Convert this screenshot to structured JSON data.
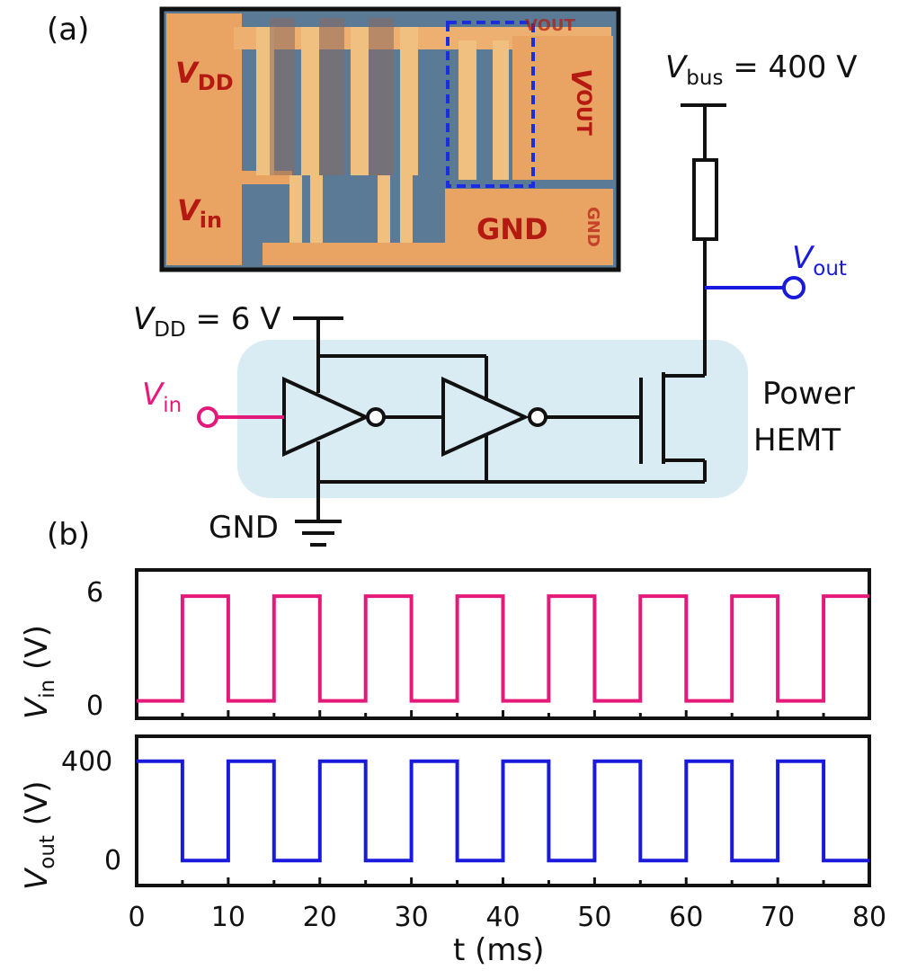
{
  "panel_a": {
    "tag": "(a)",
    "photo": {
      "vdd": {
        "main": "V",
        "sub": "DD"
      },
      "vin": {
        "main": "V",
        "sub": "in"
      },
      "vout": {
        "main": "V",
        "sub": "OUT"
      },
      "gnd": "GND",
      "vout_small": "VOUT",
      "gnd_small": "GND"
    },
    "circuit": {
      "vbus": {
        "main": "V",
        "sub": "bus",
        "rest": " = 400 V"
      },
      "vdd": {
        "main": "V",
        "sub": "DD",
        "rest": " = 6 V"
      },
      "vin": {
        "main": "V",
        "sub": "in"
      },
      "vout": {
        "main": "V",
        "sub": "out"
      },
      "gnd": "GND",
      "hemt_line1": "Power",
      "hemt_line2": "HEMT"
    },
    "colors": {
      "vin_wire": "#e4197a",
      "vout_wire": "#1a1adc",
      "highlight_box": "#d9ebf3",
      "photo_bg": "#e9a463"
    }
  },
  "panel_b": {
    "tag": "(b)",
    "xlabel": "t (ms)",
    "xticks": [
      "0",
      "10",
      "20",
      "30",
      "40",
      "50",
      "60",
      "70",
      "80"
    ],
    "top_ylabel": {
      "main": "V",
      "sub": "in",
      "rest": " (V)"
    },
    "top_yticks": [
      "6",
      "0"
    ],
    "bottom_ylabel": {
      "main": "V",
      "sub": "out",
      "rest": " (V)"
    },
    "bottom_yticks": [
      "400",
      "0"
    ]
  },
  "chart_data": [
    {
      "type": "line",
      "xlim": [
        0,
        80
      ],
      "ylim": [
        -1,
        7.5
      ],
      "color": "#e4197a",
      "x": [
        0,
        5,
        5,
        10,
        10,
        15,
        15,
        20,
        20,
        25,
        25,
        30,
        30,
        35,
        35,
        40,
        40,
        45,
        45,
        50,
        50,
        55,
        55,
        60,
        60,
        65,
        65,
        70,
        70,
        75,
        75,
        80
      ],
      "y": [
        0,
        0,
        6,
        6,
        0,
        0,
        6,
        6,
        0,
        0,
        6,
        6,
        0,
        0,
        6,
        6,
        0,
        0,
        6,
        6,
        0,
        0,
        6,
        6,
        0,
        0,
        6,
        6,
        0,
        0,
        6,
        6
      ]
    },
    {
      "type": "line",
      "xlim": [
        0,
        80
      ],
      "ylim": [
        -100,
        500
      ],
      "color": "#1a1adc",
      "x": [
        0,
        5,
        5,
        10,
        10,
        15,
        15,
        20,
        20,
        25,
        25,
        30,
        30,
        35,
        35,
        40,
        40,
        45,
        45,
        50,
        50,
        55,
        55,
        60,
        60,
        65,
        65,
        70,
        70,
        75,
        75,
        80
      ],
      "y": [
        400,
        400,
        0,
        0,
        400,
        400,
        0,
        0,
        400,
        400,
        0,
        0,
        400,
        400,
        0,
        0,
        400,
        400,
        0,
        0,
        400,
        400,
        0,
        0,
        400,
        400,
        0,
        0,
        400,
        400,
        0,
        0
      ]
    }
  ]
}
